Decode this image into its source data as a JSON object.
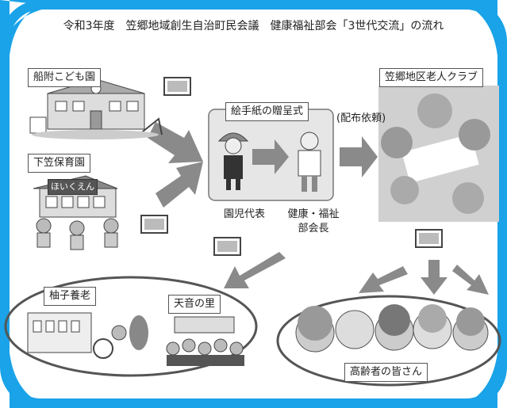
{
  "colors": {
    "frame": "#1aa3e8",
    "ellipse_stroke": "#555555",
    "arrow": "#8a8a8a",
    "card_bg": "#e8e8e8",
    "card_border": "#777777"
  },
  "title": "令和3年度　笠郷地域創生自治町民会議　健康福祉部会「3世代交流」の流れ",
  "nodes": {
    "funatsuke": "船附こども園",
    "shimogasa": "下笠保育園",
    "ceremony": "絵手紙の贈呈式",
    "student_rep": "園児代表",
    "chair": "健康・福祉\n部会長",
    "request": "(配布依頼)",
    "club": "笠郷地区老人クラブ",
    "yuzuko": "柚子養老",
    "amane": "天音の里",
    "seniors": "高齢者の皆さん"
  },
  "sign_text": "ほいくえん",
  "icons": [
    "school-building-icon",
    "nursery-building-icon",
    "children-dancing-icon",
    "student-icon",
    "chairman-icon",
    "elder-group-icon",
    "postcard-icon",
    "nursing-home-icon",
    "staff-group-icon",
    "elder-face-icon"
  ]
}
